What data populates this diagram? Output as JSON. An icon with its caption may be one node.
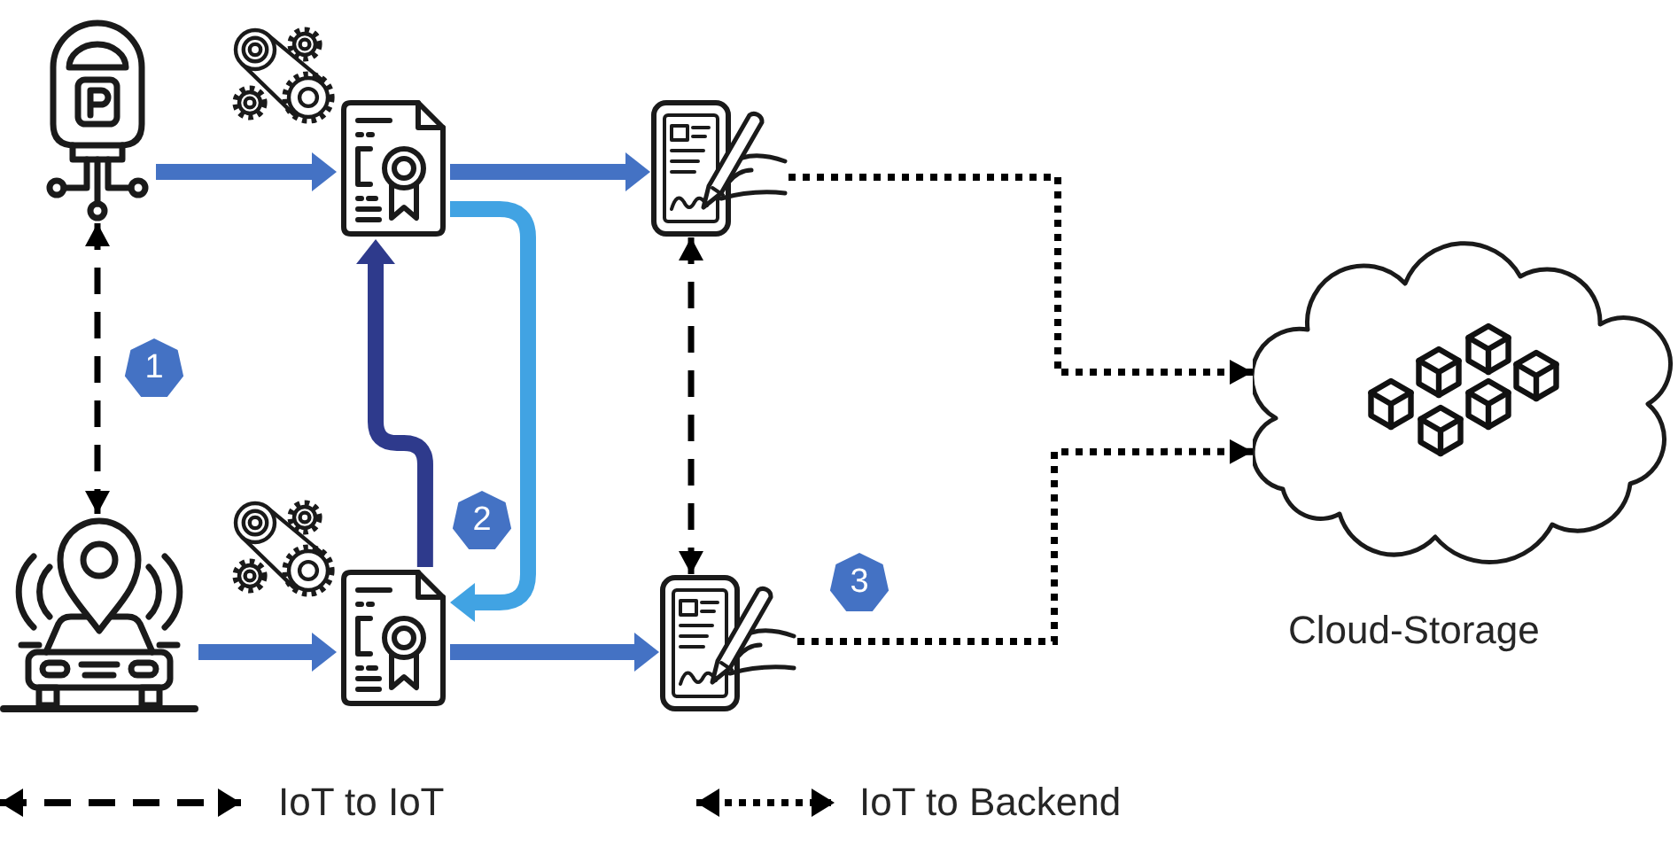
{
  "diagram": {
    "nodes": [
      {
        "text": [],
        "shape": "picture"
      },
      {
        "text": [],
        "shape": "picture"
      },
      {
        "text": [],
        "shape": "picture"
      },
      {
        "text": [
          "Cloud-Storage"
        ]
      },
      {
        "text": [],
        "shape": "picture"
      },
      {
        "text": [],
        "shape": "picture"
      },
      {
        "text": [],
        "shape": "picture"
      }
    ],
    "edges": [
      {
        "from": 0,
        "to": 1,
        "arrow": "to",
        "color": "#4472c4"
      },
      {
        "from": 1,
        "to": 2,
        "arrow": "to",
        "color": "#4472c4"
      },
      {
        "from": 4,
        "to": 5,
        "arrow": "to",
        "color": "#4472c4"
      },
      {
        "from": 5,
        "to": 6,
        "arrow": "to",
        "color": "#4472c4"
      },
      {
        "from": 0,
        "to": 4,
        "arrow": "both",
        "style": "dashed",
        "color": "#000000"
      },
      {
        "from": 2,
        "to": 6,
        "arrow": "both",
        "style": "dashed",
        "color": "#000000"
      },
      {
        "from": 5,
        "to": 1,
        "arrow": "to",
        "color": "#2e3a8c"
      },
      {
        "from": 1,
        "to": 5,
        "arrow": "to",
        "color": "#41a3e3"
      },
      {
        "from": 2,
        "to": 3,
        "arrow": "to",
        "style": "dashed",
        "color": "#000000"
      },
      {
        "from": 6,
        "to": 3,
        "arrow": "to",
        "style": "dashed",
        "color": "#000000"
      }
    ],
    "labels": [
      "1",
      "2",
      "3"
    ],
    "legend": [
      {
        "text": "IoT to IoT"
      },
      {
        "text": "IoT to Backend"
      }
    ]
  }
}
